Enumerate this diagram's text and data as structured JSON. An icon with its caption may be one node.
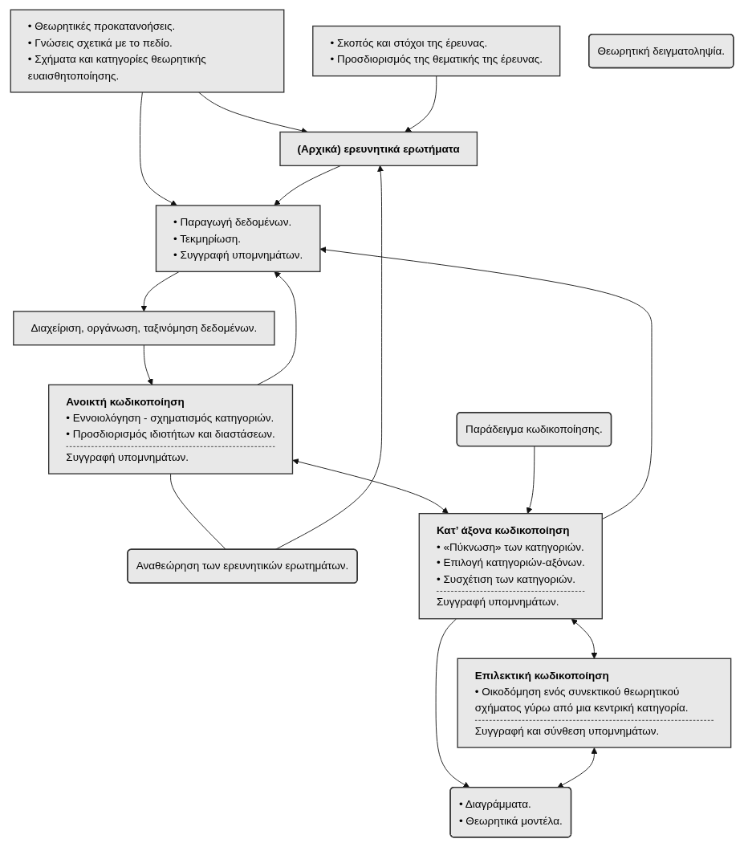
{
  "diagram": {
    "nodes": [
      {
        "text": [
          "• Θεωρητικές προκατανοήσεις.",
          "• Γνώσεις σχετικά με το πεδίο.",
          "• Σχήματα και κατηγορίες θεωρητικής ευαισθητοποίησης."
        ]
      },
      {
        "text": [
          "• Σκοπός και στόχοι της έρευνας.",
          "• Προσδιορισμός της θεματικής της έρευνας."
        ]
      },
      {
        "text": [
          "(Αρχικά) ερευνητικά ερωτήματα"
        ]
      },
      {
        "text": [
          "Αναθεώρηση των ερευνητικών ερωτημάτων."
        ]
      },
      {
        "text": [
          "• Παραγωγή δεδομένων.",
          "• Τεκμηρίωση.",
          "• Συγγραφή υπομνημάτων."
        ]
      },
      {
        "text": [
          "Διαχείριση, οργάνωση, ταξινόμηση δεδομένων."
        ]
      },
      {
        "text": [
          "Θεωρητική δειγματοληψία."
        ]
      },
      {
        "text": [
          "Ανοικτή κωδικοποίηση",
          "• Εννοιολόγηση - σχηματισμός κατηγοριών.",
          "• Προσδιορισμός ιδιοτήτων και διαστάσεων.",
          "Συγγραφή υπομνημάτων."
        ]
      },
      {
        "text": [
          "Παράδειγμα κωδικοποίησης."
        ]
      },
      {
        "text": [
          "Κατ’ άξονα κωδικοποίηση",
          "• «Πύκνωση» των κατηγοριών.",
          "• Επιλογή κατηγοριών-αξόνων.",
          "• Συσχέτιση των κατηγοριών.",
          "Συγγραφή υπομνημάτων."
        ]
      },
      {
        "text": [
          "• Διαγράμματα.",
          "• Θεωρητικά μοντέλα."
        ]
      },
      {
        "text": [
          "Επιλεκτική κωδικοποίηση",
          "• Οικοδόμηση ενός συνεκτικού θεωρητικού σχήματος γύρω από μια κεντρική κατηγορία.",
          "Συγγραφή και σύνθεση υπομνημάτων."
        ]
      }
    ],
    "edges": [
      {
        "from": 0,
        "to": 2,
        "arrow": "to"
      },
      {
        "from": 0,
        "to": 4,
        "arrow": "to"
      },
      {
        "from": 1,
        "to": 2,
        "arrow": "to"
      },
      {
        "from": 3,
        "to": 2,
        "arrow": "to"
      },
      {
        "from": 2,
        "to": 4,
        "arrow": "to"
      },
      {
        "from": 4,
        "to": 5,
        "arrow": "to"
      },
      {
        "from": 5,
        "to": 7,
        "arrow": "to"
      },
      {
        "from": 7,
        "to": 4,
        "arrow": "to"
      },
      {
        "from": 7,
        "to": 3,
        "arrow": "none"
      },
      {
        "from": 9,
        "to": 4,
        "arrow": "to"
      },
      {
        "from": 7,
        "to": 9,
        "arrow": "both"
      },
      {
        "from": 8,
        "to": 9,
        "arrow": "to"
      },
      {
        "from": 9,
        "to": 10,
        "arrow": "to"
      },
      {
        "from": 9,
        "to": 11,
        "arrow": "both"
      },
      {
        "from": 11,
        "to": 10,
        "arrow": "both"
      }
    ]
  }
}
